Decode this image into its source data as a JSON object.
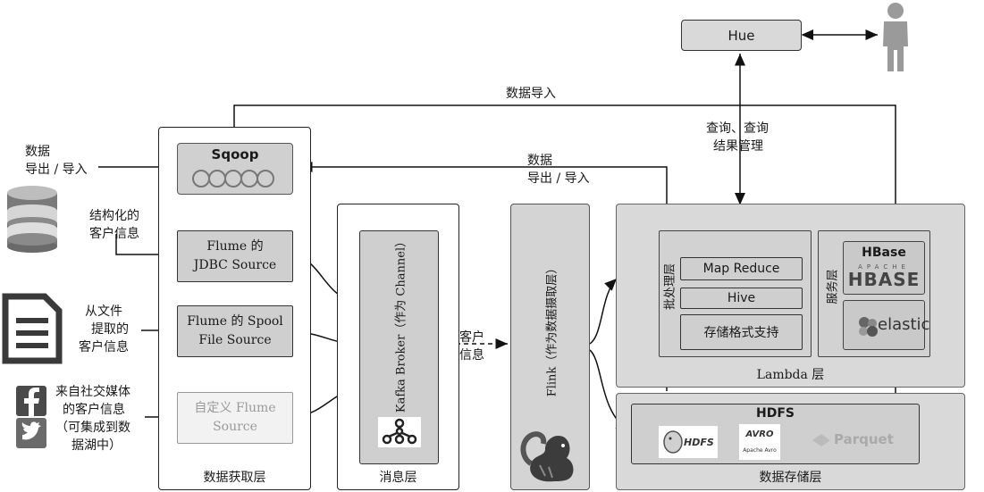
{
  "hue": {
    "label": "Hue"
  },
  "data_import_top": "数据导入",
  "query": {
    "line1": "查询、查询",
    "line2": "结果管理"
  },
  "source_data_export": {
    "line1": "数据",
    "line2": "导出 / 导入"
  },
  "mid_data_export": {
    "line1": "数据",
    "line2": "导出 / 导入"
  },
  "structured": {
    "line1": "结构化的",
    "line2": "客户信息"
  },
  "file_info": {
    "line1": "从文件",
    "line2": "提取的",
    "line3": "客户信息"
  },
  "social": {
    "line1": "来自社交媒体",
    "line2": "的客户信息",
    "line3": "（可集成到数",
    "line4": "据湖中）"
  },
  "acquisition": {
    "title": "数据获取层",
    "sqoop": {
      "label": "Sqoop",
      "logo": "sqoop"
    },
    "flume_jdbc": {
      "line1": "Flume 的",
      "line2": "JDBC Source"
    },
    "flume_spool": {
      "line1": "Flume 的 Spool",
      "line2": "File Source"
    },
    "custom_flume": {
      "line1": "自定义 Flume",
      "line2": "Source"
    }
  },
  "message": {
    "title": "消息层",
    "kafka": "Kafka Broker（作为 Channel）"
  },
  "customer_info": {
    "line1": "客户",
    "line2": "信息"
  },
  "flink": {
    "label": "Flink（作为数据摄取层）"
  },
  "lambda": {
    "title": "Lambda 层",
    "batch_label": "批处理层",
    "map_reduce": "Map Reduce",
    "hive": "Hive",
    "storage_format": "存储格式支持",
    "serving_label": "服务层",
    "hbase": {
      "title": "HBase",
      "logo_top": "APACHE",
      "logo_main": "HBASE"
    },
    "elastic": "elastic"
  },
  "storage": {
    "title": "数据存储层",
    "hdfs_title": "HDFS",
    "hdfs_logo": "HDFS",
    "avro_caption": "Apache Avro",
    "avro_logo": "AVRO",
    "parquet": "Parquet"
  },
  "colors": {
    "panel_gray": "#d9d9d9",
    "box_gray": "#cfcfcf",
    "dark": "#333333"
  }
}
